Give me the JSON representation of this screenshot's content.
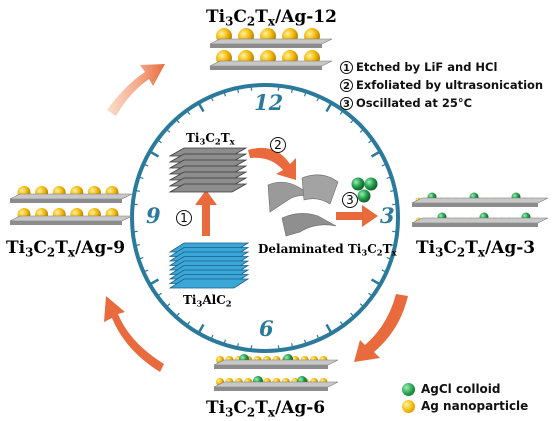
{
  "steps": [
    {
      "num": "1",
      "text": "Etched by LiF and HCl"
    },
    {
      "num": "2",
      "text": "Exfoliated by ultrasonication"
    },
    {
      "num": "3",
      "text": "Oscillated at 25°C"
    }
  ],
  "dial_numbers": {
    "n12": "12",
    "n3": "3",
    "n6": "6",
    "n9": "9"
  },
  "arrow_markers": {
    "m1": "1",
    "m2": "2",
    "m3": "3"
  },
  "materials": {
    "max_phase": {
      "base": "Ti",
      "s1": "3",
      "m2": "AlC",
      "s2": "2"
    },
    "mxene": {
      "base": "Ti",
      "s1": "3",
      "m2": "C",
      "s2": "2",
      "m3": "T",
      "s3": "x"
    },
    "delaminated": {
      "prefix": "Delaminated Ti",
      "s1": "3",
      "m2": "C",
      "s2": "2",
      "m3": "T",
      "s3": "x"
    }
  },
  "composites": [
    {
      "id": "ag12",
      "base": "Ti",
      "s1": "3",
      "m2": "C",
      "s2": "2",
      "m3": "T",
      "s3": "x",
      "suffix": "/Ag-12"
    },
    {
      "id": "ag3",
      "base": "Ti",
      "s1": "3",
      "m2": "C",
      "s2": "2",
      "m3": "T",
      "s3": "x",
      "suffix": "/Ag-3"
    },
    {
      "id": "ag6",
      "base": "Ti",
      "s1": "3",
      "m2": "C",
      "s2": "2",
      "m3": "T",
      "s3": "x",
      "suffix": "/Ag-6"
    },
    {
      "id": "ag9",
      "base": "Ti",
      "s1": "3",
      "m2": "C",
      "s2": "2",
      "m3": "T",
      "s3": "x",
      "suffix": "/Ag-9"
    }
  ],
  "legend": [
    {
      "name": "agcl-legend",
      "label": "AgCl colloid",
      "color": "#1f9a4a"
    },
    {
      "name": "ag-legend",
      "label": "Ag nanoparticle",
      "color": "#f2b705"
    }
  ],
  "colors": {
    "clock": "#2b7a9b",
    "arrow": "#e96a3c",
    "sheet": "#9a9a9a",
    "max_layer": "#3aa7d8",
    "mxene_layer": "#7a7a7a"
  }
}
